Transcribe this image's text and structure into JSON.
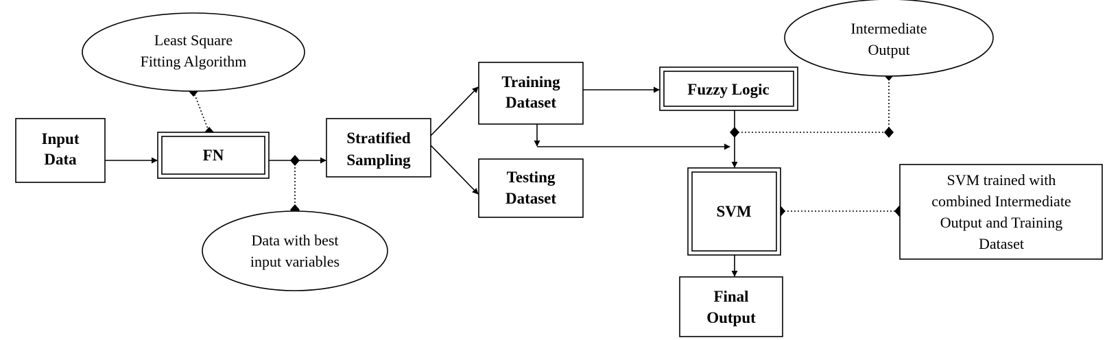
{
  "nodes": {
    "input_data": [
      "Input",
      "Data"
    ],
    "fn": [
      "FN"
    ],
    "stratified_sampling": [
      "Stratified",
      "Sampling"
    ],
    "training_dataset": [
      "Training",
      "Dataset"
    ],
    "testing_dataset": [
      "Testing",
      "Dataset"
    ],
    "fuzzy_logic": [
      "Fuzzy Logic"
    ],
    "svm": [
      "SVM"
    ],
    "final_output": [
      "Final",
      "Output"
    ]
  },
  "annotations": {
    "least_square": [
      "Least Square",
      "Fitting Algorithm"
    ],
    "best_vars": [
      "Data with best",
      "input variables"
    ],
    "intermediate": [
      "Intermediate",
      "Output"
    ],
    "svm_note": [
      "SVM trained with",
      "combined Intermediate",
      "Output and Training",
      "Dataset"
    ]
  },
  "colors": {
    "stroke": "#000000",
    "background": "#ffffff"
  }
}
